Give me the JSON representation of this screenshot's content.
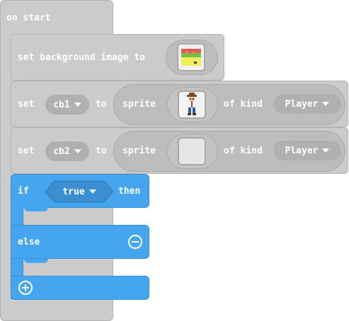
{
  "on_start": {
    "label": "on start"
  },
  "bg_block": {
    "label": "set background image to",
    "image_icon": "background-scene-thumbnail"
  },
  "set_cb1": {
    "set_label": "set",
    "variable": "cb1",
    "to_label": "to",
    "sprite_label": "sprite",
    "image_icon": "cowboy-sprite-thumbnail",
    "kind_label": "of kind",
    "kind": "Player"
  },
  "set_cb2": {
    "set_label": "set",
    "variable": "cb2",
    "to_label": "to",
    "sprite_label": "sprite",
    "image_icon": "empty-sprite-thumbnail",
    "kind_label": "of kind",
    "kind": "Player"
  },
  "if_block": {
    "if_label": "if",
    "condition": "true",
    "then_label": "then",
    "else_label": "else",
    "remove_icon": "minus-circle-icon",
    "add_icon": "plus-circle-icon"
  },
  "colors": {
    "sprites_gray": "#cbcbcb",
    "logic_blue": "#45a5ee",
    "logic_dark_blue": "#3a8ed1"
  }
}
